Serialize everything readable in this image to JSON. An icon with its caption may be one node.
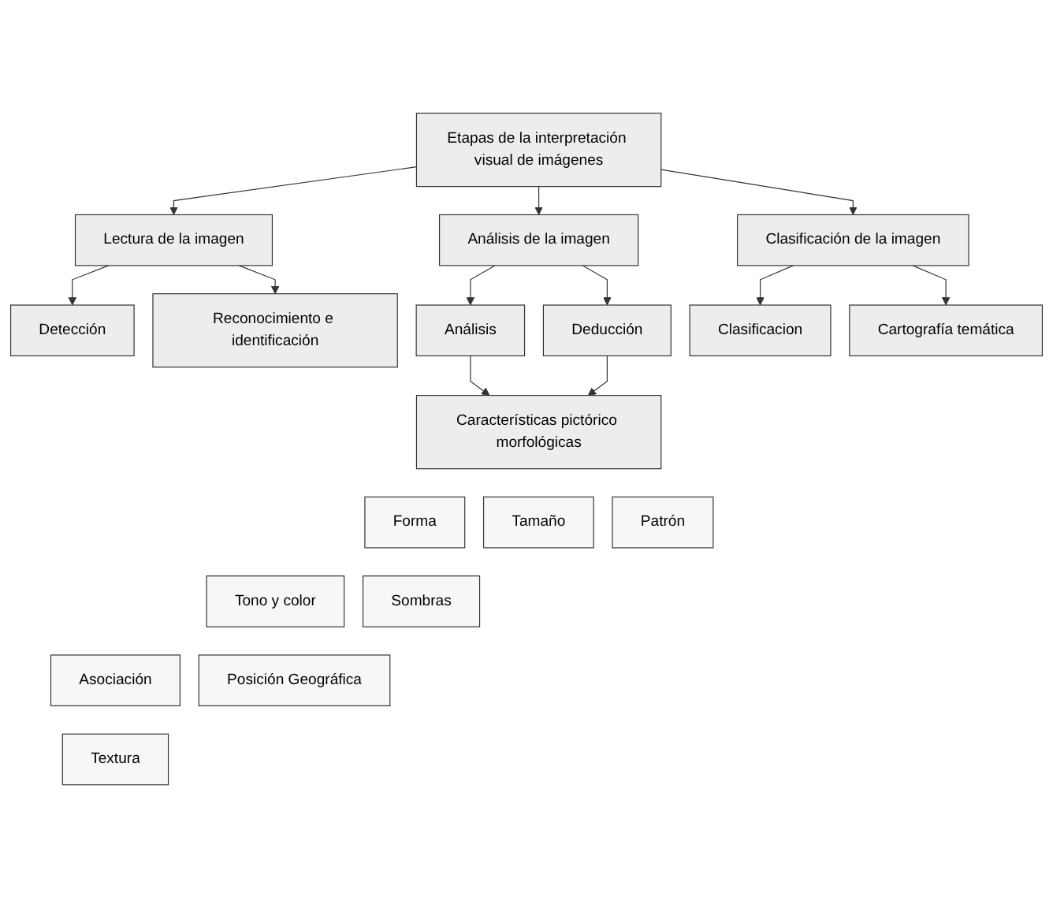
{
  "diagram": {
    "nodes": [
      {
        "text": [
          "Etapas de la interpretación visual de imágenes"
        ]
      },
      {
        "text": [
          "Lectura de la imagen"
        ]
      },
      {
        "text": [
          "Análisis de la imagen"
        ]
      },
      {
        "text": [
          "Clasificación de la imagen"
        ]
      },
      {
        "text": [
          "Detección"
        ]
      },
      {
        "text": [
          "Reconocimiento e identificación"
        ]
      },
      {
        "text": [
          "Análisis"
        ]
      },
      {
        "text": [
          "Deducción"
        ]
      },
      {
        "text": [
          "Clasificacion"
        ]
      },
      {
        "text": [
          "Cartografía temática"
        ]
      },
      {
        "text": [
          "Características pictórico morfológicas"
        ]
      },
      {
        "text": [
          "Forma"
        ]
      },
      {
        "text": [
          "Tamaño"
        ]
      },
      {
        "text": [
          "Patrón"
        ]
      },
      {
        "text": [
          "Tono y color"
        ]
      },
      {
        "text": [
          "Sombras"
        ]
      },
      {
        "text": [
          "Asociación"
        ]
      },
      {
        "text": [
          "Posición Geográfica"
        ]
      },
      {
        "text": [
          "Textura"
        ]
      }
    ],
    "edges": [
      {
        "from": 0,
        "to": 1,
        "arrow": "to"
      },
      {
        "from": 0,
        "to": 2,
        "arrow": "to"
      },
      {
        "from": 0,
        "to": 3,
        "arrow": "to"
      },
      {
        "from": 1,
        "to": 4,
        "arrow": "to"
      },
      {
        "from": 1,
        "to": 5,
        "arrow": "to"
      },
      {
        "from": 2,
        "to": 6,
        "arrow": "to"
      },
      {
        "from": 2,
        "to": 7,
        "arrow": "to"
      },
      {
        "from": 3,
        "to": 8,
        "arrow": "to"
      },
      {
        "from": 3,
        "to": 9,
        "arrow": "to"
      },
      {
        "from": 6,
        "to": 10,
        "arrow": "to"
      },
      {
        "from": 7,
        "to": 10,
        "arrow": "to"
      }
    ]
  }
}
